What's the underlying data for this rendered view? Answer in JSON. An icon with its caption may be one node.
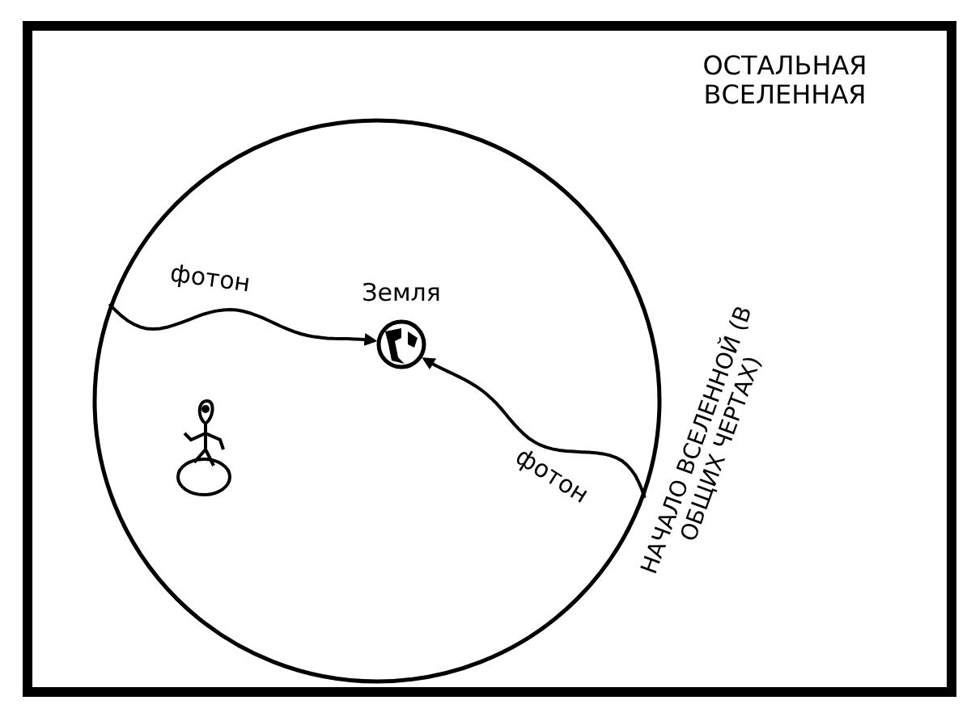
{
  "diagram": {
    "nodes": [
      {
        "text": [
          "НАЧАЛО ВСЕЛЕННОЙ (В ОБЩИХ ЧЕРТАХ)"
        ]
      },
      {
        "text": [
          "Земля"
        ],
        "in": 0
      },
      {
        "text": [],
        "shape": "picture",
        "in": 0
      }
    ],
    "edges": [
      {
        "from": 0,
        "to": 1,
        "arrow": "to",
        "label": "фотон"
      },
      {
        "from": 0,
        "to": 1,
        "arrow": "to",
        "label": "фотон"
      }
    ],
    "labels": [
      "ОСТАЛЬНАЯ ВСЕЛЕННАЯ"
    ]
  }
}
